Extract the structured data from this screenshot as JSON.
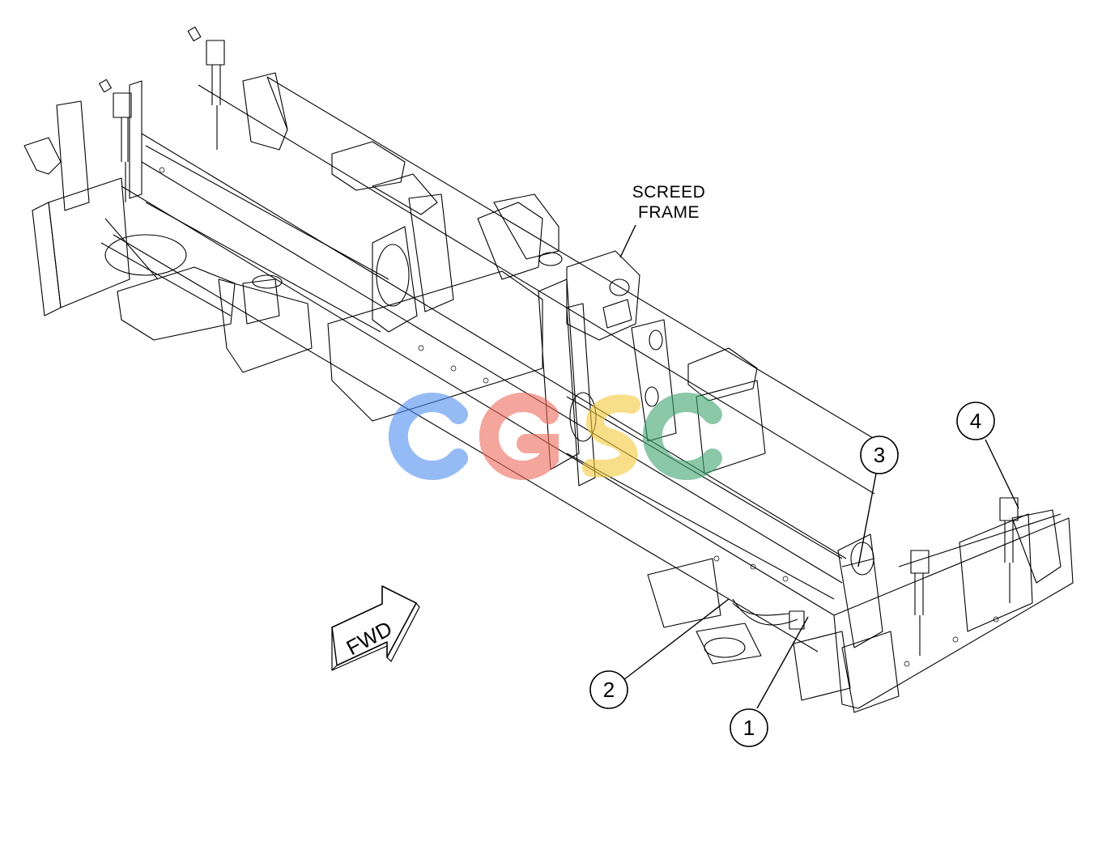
{
  "labels": {
    "screed_frame_line1": "SCREED",
    "screed_frame_line2": "FRAME",
    "fwd": "FWD"
  },
  "callouts": [
    {
      "number": "1"
    },
    {
      "number": "2"
    },
    {
      "number": "3"
    },
    {
      "number": "4"
    }
  ],
  "watermark": {
    "letters": [
      "C",
      "G",
      "S",
      "C"
    ],
    "colors": [
      "#4f8ef0",
      "#ee6a5c",
      "#f4c93a",
      "#3fa56f"
    ]
  }
}
